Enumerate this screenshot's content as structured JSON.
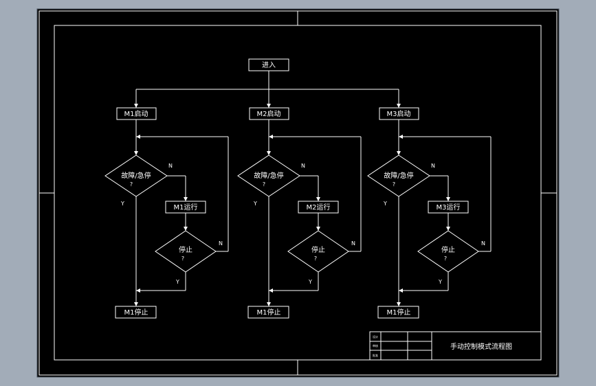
{
  "colors": {
    "background": "#a2acb8",
    "sheet": "#000000",
    "line": "#ffffff",
    "text": "#ffffff"
  },
  "flowchart": {
    "start": "进入",
    "columns": [
      {
        "start_label": "M1启动",
        "fault_label": "故障/急停",
        "fault_q": "?",
        "run_label": "M1运行",
        "stop_label": "停止",
        "stop_q": "?",
        "end_label": "M1停止"
      },
      {
        "start_label": "M2启动",
        "fault_label": "故障/急停",
        "fault_q": "?",
        "run_label": "M2运行",
        "stop_label": "停止",
        "stop_q": "?",
        "end_label": "M1停止"
      },
      {
        "start_label": "M3启动",
        "fault_label": "故障/急停",
        "fault_q": "?",
        "run_label": "M3运行",
        "stop_label": "停止",
        "stop_q": "?",
        "end_label": "M1停止"
      }
    ],
    "yes": "Y",
    "no": "N"
  },
  "title_block": {
    "title": "手动控制模式流程图",
    "row_labels": [
      "设计",
      "审核",
      "批准"
    ]
  }
}
